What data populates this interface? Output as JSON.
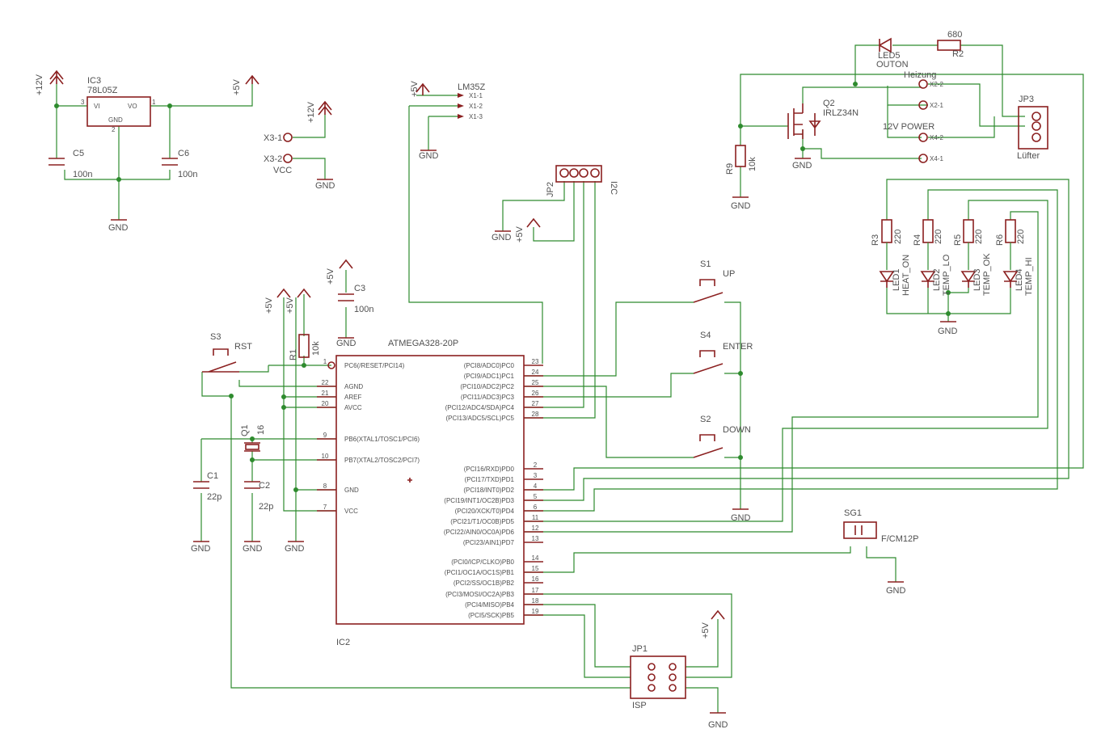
{
  "labels": {
    "ic3_name": "IC3",
    "ic3_value": "78L05Z",
    "ic3_vi": "VI",
    "ic3_vo": "VO",
    "ic3_gnd": "GND",
    "pin3": "3",
    "pin1": "1",
    "pin2": "2",
    "p12v": "+12V",
    "p5v": "+5V",
    "gnd": "GND",
    "vcc": "VCC",
    "c5": "C5",
    "c5_val": "100n",
    "c6": "C6",
    "c6_val": "100n",
    "x3_1": "X3-1",
    "x3_2": "X3-2",
    "lm35": "LM35Z",
    "x1_1": "X1-1",
    "x1_2": "X1-2",
    "x1_3": "X1-3",
    "jp2": "JP2",
    "i2c": "I2C",
    "c3": "C3",
    "c3_val": "100n",
    "r1": "R1",
    "r1_val": "10k",
    "s3": "S3",
    "rst": "RST",
    "mcu_name": "ATMEGA328-20P",
    "ic2": "IC2",
    "q1": "Q1",
    "q1_val": "16",
    "c1": "C1",
    "c1_val": "22p",
    "c2": "C2",
    "c2_val": "22p",
    "s1": "S1",
    "up": "UP",
    "s4": "S4",
    "enter": "ENTER",
    "s2": "S2",
    "down": "DOWN",
    "led5": "LED5",
    "outon": "OUTON",
    "r2": "R2",
    "r2_val": "680",
    "q2": "Q2",
    "q2_val": "IRLZ34N",
    "heizung": "Heizung",
    "x2_2": "X2-2",
    "x2_1": "X2-1",
    "power": "12V POWER",
    "x4_2": "X4-2",
    "x4_1": "X4-1",
    "jp3": "JP3",
    "luefter": "Lüfter",
    "r9": "R9",
    "r9_val": "10k",
    "r3": "R3",
    "r4": "R4",
    "r5": "R5",
    "r6": "R6",
    "r_val": "220",
    "led1": "LED1",
    "led2": "LED2",
    "led3": "LED3",
    "led4": "LED4",
    "heat_on": "HEAT_ON",
    "temp_lo": "TEMP_LO",
    "temp_ok": "TEMP_OK",
    "temp_hi": "TEMP_HI",
    "sg1": "SG1",
    "sg1_val": "F/CM12P",
    "jp1": "JP1",
    "isp": "ISP"
  },
  "mcu_left_pins": [
    {
      "num": "1",
      "name": "PC6(/RESET/PCI14)"
    },
    {
      "num": "22",
      "name": "AGND"
    },
    {
      "num": "21",
      "name": "AREF"
    },
    {
      "num": "20",
      "name": "AVCC"
    },
    {
      "num": "9",
      "name": "PB6(XTAL1/TOSC1/PCI6)"
    },
    {
      "num": "10",
      "name": "PB7(XTAL2/TOSC2/PCI7)"
    },
    {
      "num": "8",
      "name": "GND"
    },
    {
      "num": "7",
      "name": "VCC"
    }
  ],
  "mcu_right_pins": [
    {
      "num": "23",
      "name": "(PCI8/ADC0)PC0"
    },
    {
      "num": "24",
      "name": "(PCI9/ADC1)PC1"
    },
    {
      "num": "25",
      "name": "(PCI10/ADC2)PC2"
    },
    {
      "num": "26",
      "name": "(PCI11/ADC3)PC3"
    },
    {
      "num": "27",
      "name": "(PCI12/ADC4/SDA)PC4"
    },
    {
      "num": "28",
      "name": "(PCI13/ADC5/SCL)PC5"
    },
    {
      "num": "2",
      "name": "(PCI16/RXD)PD0"
    },
    {
      "num": "3",
      "name": "(PCI17/TXD)PD1"
    },
    {
      "num": "4",
      "name": "(PCI18/INT0)PD2"
    },
    {
      "num": "5",
      "name": "(PCI19/INT1/OC2B)PD3"
    },
    {
      "num": "6",
      "name": "(PCI20/XCK/T0)PD4"
    },
    {
      "num": "11",
      "name": "(PCI21/T1/OC0B)PD5"
    },
    {
      "num": "12",
      "name": "(PCI22/AIN0/OC0A)PD6"
    },
    {
      "num": "13",
      "name": "(PCI23/AIN1)PD7"
    },
    {
      "num": "14",
      "name": "(PCI0/ICP/CLKO)PB0"
    },
    {
      "num": "15",
      "name": "(PCI1/OC1A/OC1S)PB1"
    },
    {
      "num": "16",
      "name": "(PCI2/SS/OC1B)PB2"
    },
    {
      "num": "17",
      "name": "(PCI3/MOSI/OC2A)PB3"
    },
    {
      "num": "18",
      "name": "(PCI4/MISO)PB4"
    },
    {
      "num": "19",
      "name": "(PCI5/SCK)PB5"
    }
  ],
  "colors": {
    "wire": "#2e8b2e",
    "part": "#8b2020",
    "text": "#505050"
  }
}
